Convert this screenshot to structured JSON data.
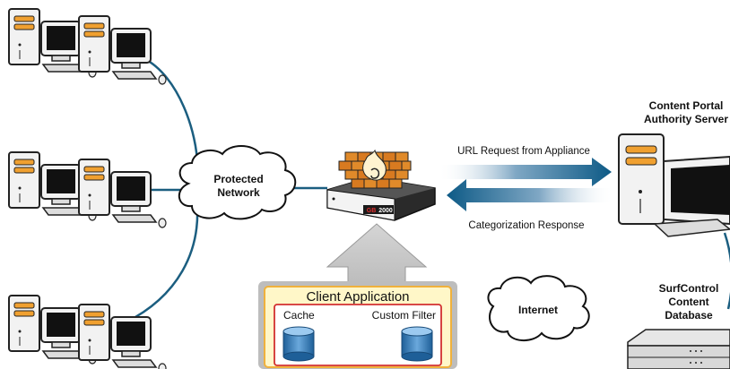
{
  "clouds": {
    "protected": {
      "line1": "Protected",
      "line2": "Network"
    },
    "internet": {
      "label": "Internet"
    }
  },
  "appliance": {
    "model_prefix": "GB",
    "model_number": "2000"
  },
  "arrows": {
    "request_label": "URL Request from Appliance",
    "response_label": "Categorization Response"
  },
  "server": {
    "line1": "Content Portal",
    "line2": "Authority Server"
  },
  "database": {
    "line1": "SurfControl",
    "line2": "Content",
    "line3": "Database"
  },
  "client_app": {
    "title": "Client Application",
    "cache_label": "Cache",
    "filter_label": "Custom Filter"
  },
  "colors": {
    "network_line": "#1b5e80",
    "arrow_dark": "#0d5a86",
    "firewall_brick": "#e08a2a",
    "client_border": "#f0b13c",
    "client_inner_border": "#d23030",
    "db_cylinder": "#2f78b8",
    "accent_orange": "#f0a030"
  },
  "icons": [
    "workstation-icon",
    "cloud-icon",
    "firewall-appliance-icon",
    "server-tower-icon",
    "rack-server-icon",
    "database-cylinder-icon"
  ]
}
